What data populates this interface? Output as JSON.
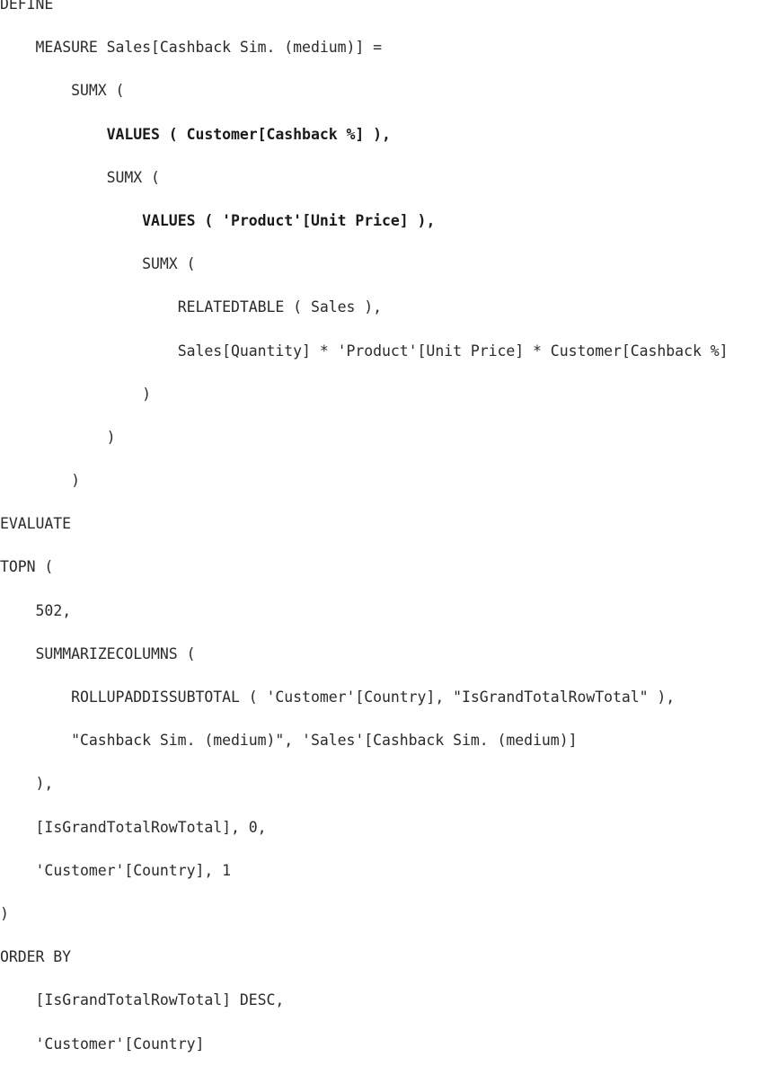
{
  "code_lines": [
    {
      "indent": "",
      "text": "DEFINE",
      "bold": false
    },
    {
      "indent": "    ",
      "text": "MEASURE Sales[Cashback Sim. (medium)] =",
      "bold": false
    },
    {
      "indent": "        ",
      "text": "SUMX (",
      "bold": false
    },
    {
      "indent": "            ",
      "text": "VALUES ( Customer[Cashback %] ),",
      "bold": true
    },
    {
      "indent": "            ",
      "text": "SUMX (",
      "bold": false
    },
    {
      "indent": "                ",
      "text": "VALUES ( 'Product'[Unit Price] ),",
      "bold": true
    },
    {
      "indent": "                ",
      "text": "SUMX (",
      "bold": false
    },
    {
      "indent": "                    ",
      "text": "RELATEDTABLE ( Sales ),",
      "bold": false
    },
    {
      "indent": "                    ",
      "text": "Sales[Quantity] * 'Product'[Unit Price] * Customer[Cashback %]",
      "bold": false
    },
    {
      "indent": "                ",
      "text": ")",
      "bold": false
    },
    {
      "indent": "            ",
      "text": ")",
      "bold": false
    },
    {
      "indent": "        ",
      "text": ")",
      "bold": false
    },
    {
      "indent": "",
      "text": "EVALUATE",
      "bold": false
    },
    {
      "indent": "",
      "text": "TOPN (",
      "bold": false
    },
    {
      "indent": "    ",
      "text": "502,",
      "bold": false
    },
    {
      "indent": "    ",
      "text": "SUMMARIZECOLUMNS (",
      "bold": false
    },
    {
      "indent": "        ",
      "text": "ROLLUPADDISSUBTOTAL ( 'Customer'[Country], \"IsGrandTotalRowTotal\" ),",
      "bold": false
    },
    {
      "indent": "        ",
      "text": "\"Cashback Sim. (medium)\", 'Sales'[Cashback Sim. (medium)]",
      "bold": false
    },
    {
      "indent": "    ",
      "text": "),",
      "bold": false
    },
    {
      "indent": "    ",
      "text": "[IsGrandTotalRowTotal], 0,",
      "bold": false
    },
    {
      "indent": "    ",
      "text": "'Customer'[Country], 1",
      "bold": false
    },
    {
      "indent": "",
      "text": ")",
      "bold": false
    },
    {
      "indent": "",
      "text": "ORDER BY",
      "bold": false
    },
    {
      "indent": "    ",
      "text": "[IsGrandTotalRowTotal] DESC,",
      "bold": false
    },
    {
      "indent": "    ",
      "text": "'Customer'[Country]",
      "bold": false
    }
  ]
}
